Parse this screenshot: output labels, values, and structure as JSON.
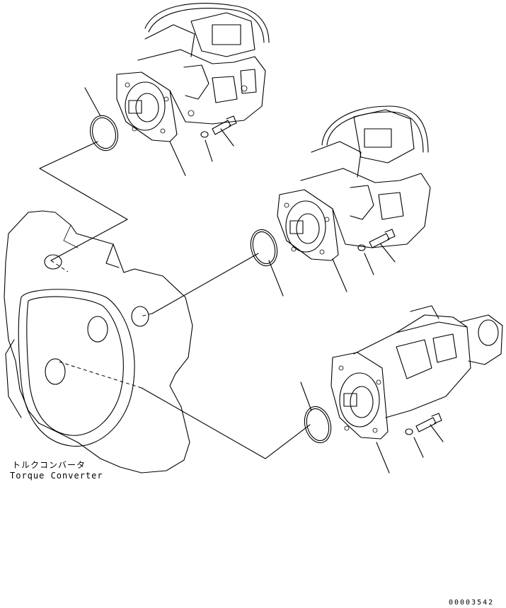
{
  "labels": {
    "converter_jp": "トルクコンバータ",
    "converter_en": "Torque Converter",
    "drawing_number": "00003542"
  }
}
